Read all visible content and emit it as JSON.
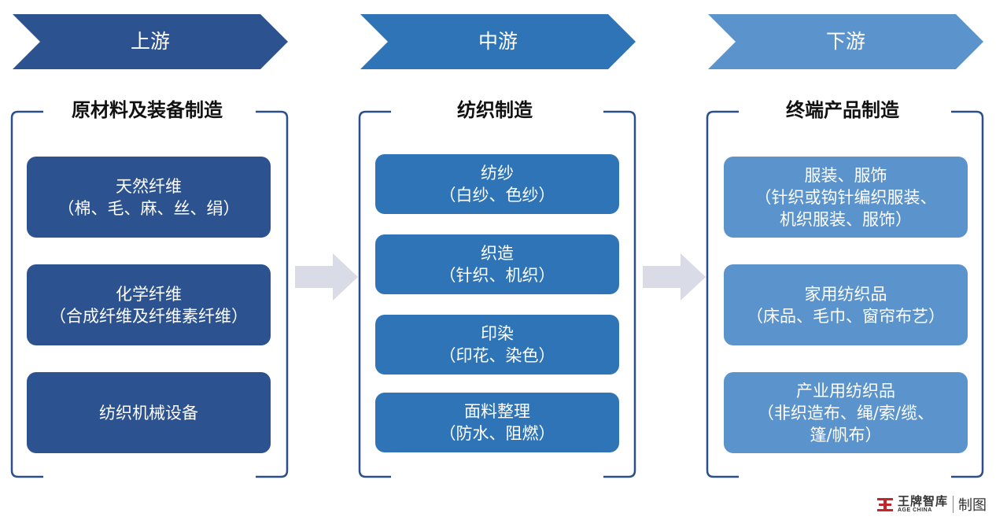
{
  "stages": [
    {
      "header": "上游",
      "title": "原材料及装备制造",
      "items": [
        [
          "天然纤维",
          "（棉、毛、麻、丝、绢）"
        ],
        [
          "化学纤维",
          "（合成纤维及纤维素纤维）"
        ],
        [
          "纺织机械设备"
        ]
      ]
    },
    {
      "header": "中游",
      "title": "纺织制造",
      "items": [
        [
          "纺纱",
          "（白纱、色纱）"
        ],
        [
          "织造",
          "（针织、机织）"
        ],
        [
          "印染",
          "（印花、染色）"
        ],
        [
          "面料整理",
          "（防水、阻燃）"
        ]
      ]
    },
    {
      "header": "下游",
      "title": "终端产品制造",
      "items": [
        [
          "服装、服饰",
          "（针织或钩针编织服装、",
          "机织服装、服饰）"
        ],
        [
          "家用纺织品",
          "（床品、毛巾、窗帘布艺）"
        ],
        [
          "产业用纺织品",
          "（非织造布、绳/索/缆、",
          "篷/帆布）"
        ]
      ]
    }
  ],
  "footer": {
    "brand_cn": "王牌智库",
    "brand_en": "AGE CHINA",
    "suffix": "制图"
  },
  "colors": {
    "upstream": "#2c528f",
    "midstream": "#2e74b7",
    "downstream": "#5b94cc",
    "arrow": "#d9dce6",
    "bracket": "#2c4f8a"
  }
}
